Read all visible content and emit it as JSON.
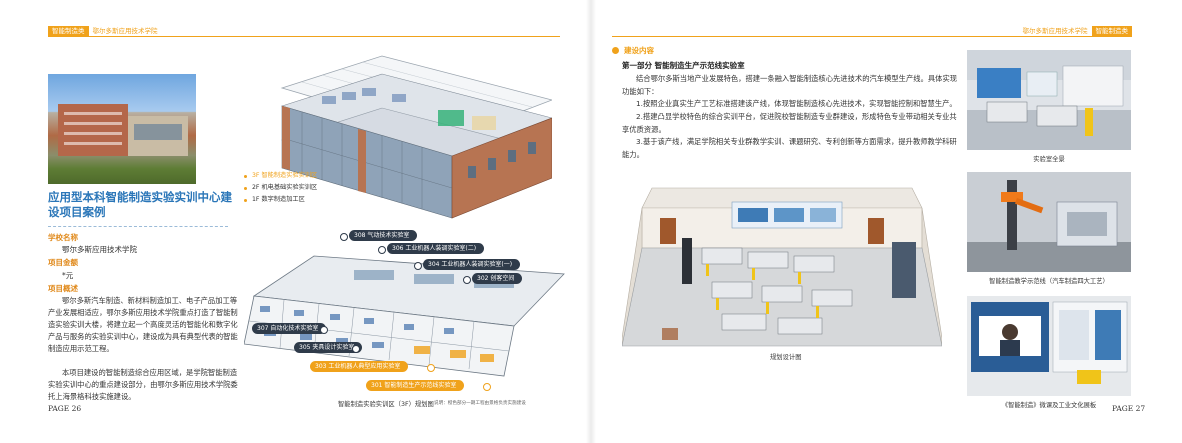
{
  "left_page": {
    "header": {
      "tag": "智能制造类",
      "sub": "鄂尔多斯应用技术学院"
    },
    "title": "应用型本科智能制造实验实训中心建设项目案例",
    "school_label": "学校名称",
    "school_value": "鄂尔多斯应用技术学院",
    "amount_label": "项目金额",
    "amount_value": "*元",
    "overview_label": "项目概述",
    "overview_p1": "鄂尔多斯汽车制造、新材料制造加工、电子产品加工等产业发展相适应，鄂尔多斯应用技术学院重点打造了智能制造实验实训大楼，将建立起一个高度灵活的智能化和数字化产品与服务的实验实训中心，建设成为具有典型代表的智能制造应用示范工程。",
    "overview_p2": "本项目建设的智能制造综合应用区域，是学院智能制造实验实训中心的重点建设部分，由鄂尔多斯应用技术学院委托上海景格科技实施建设。",
    "page_num": "PAGE 26",
    "floors": [
      "3F 智能制造实验实训区",
      "2F 机电基础实验实训区",
      "1F 数字制造加工区"
    ],
    "labs": {
      "l308": "308 气动技术实验室",
      "l306": "306 工业机器人装调实验室(二)",
      "l304": "304 工业机器人装调实验室(一)",
      "l302": "302 创客空间",
      "l307": "307 自动化技术实验室",
      "l305": "305 夹具设计实验室",
      "l303": "303 工业机器人典型应用实验室",
      "l301": "301 智能制造生产示范线实验室"
    },
    "plan_caption": "智能制造实验实训区（3F）规划图",
    "plan_note": "说明：橙色部分一期工程由景格负责实施建设"
  },
  "right_page": {
    "header": {
      "sub": "鄂尔多斯应用技术学院",
      "tag": "智能制造类"
    },
    "section": "建设内容",
    "part_title": "第一部分 智能制造生产示范线实验室",
    "intro": "结合鄂尔多斯当地产业发展特色，搭建一条融入智能制造核心先进技术的汽车模型生产线。具体实现功能如下：",
    "item1": "1.按照企业真实生产工艺标准搭建该产线，体现智能制造核心先进技术，实现智能控制和智慧生产。",
    "item2": "2.搭建凸显学校特色的综合实训平台，促进院校智能制造专业群建设，形成特色专业带动相关专业共享优质资源。",
    "item3": "3.基于该产线，满足学院相关专业群教学实训、课题研究、专利创新等方面需求，提升教师教学科研能力。",
    "diagram_caption": "规划设计图",
    "photo1_caption": "实验室全景",
    "photo2_caption": "智能制造教学示范线（汽车制造四大工艺）",
    "photo3_caption": "《智能制造》微课及工业文化展板",
    "page_num": "PAGE 27"
  },
  "colors": {
    "accent": "#f0a21b",
    "title_blue": "#2a76b8",
    "callout_dark": "#2f3b4a"
  }
}
